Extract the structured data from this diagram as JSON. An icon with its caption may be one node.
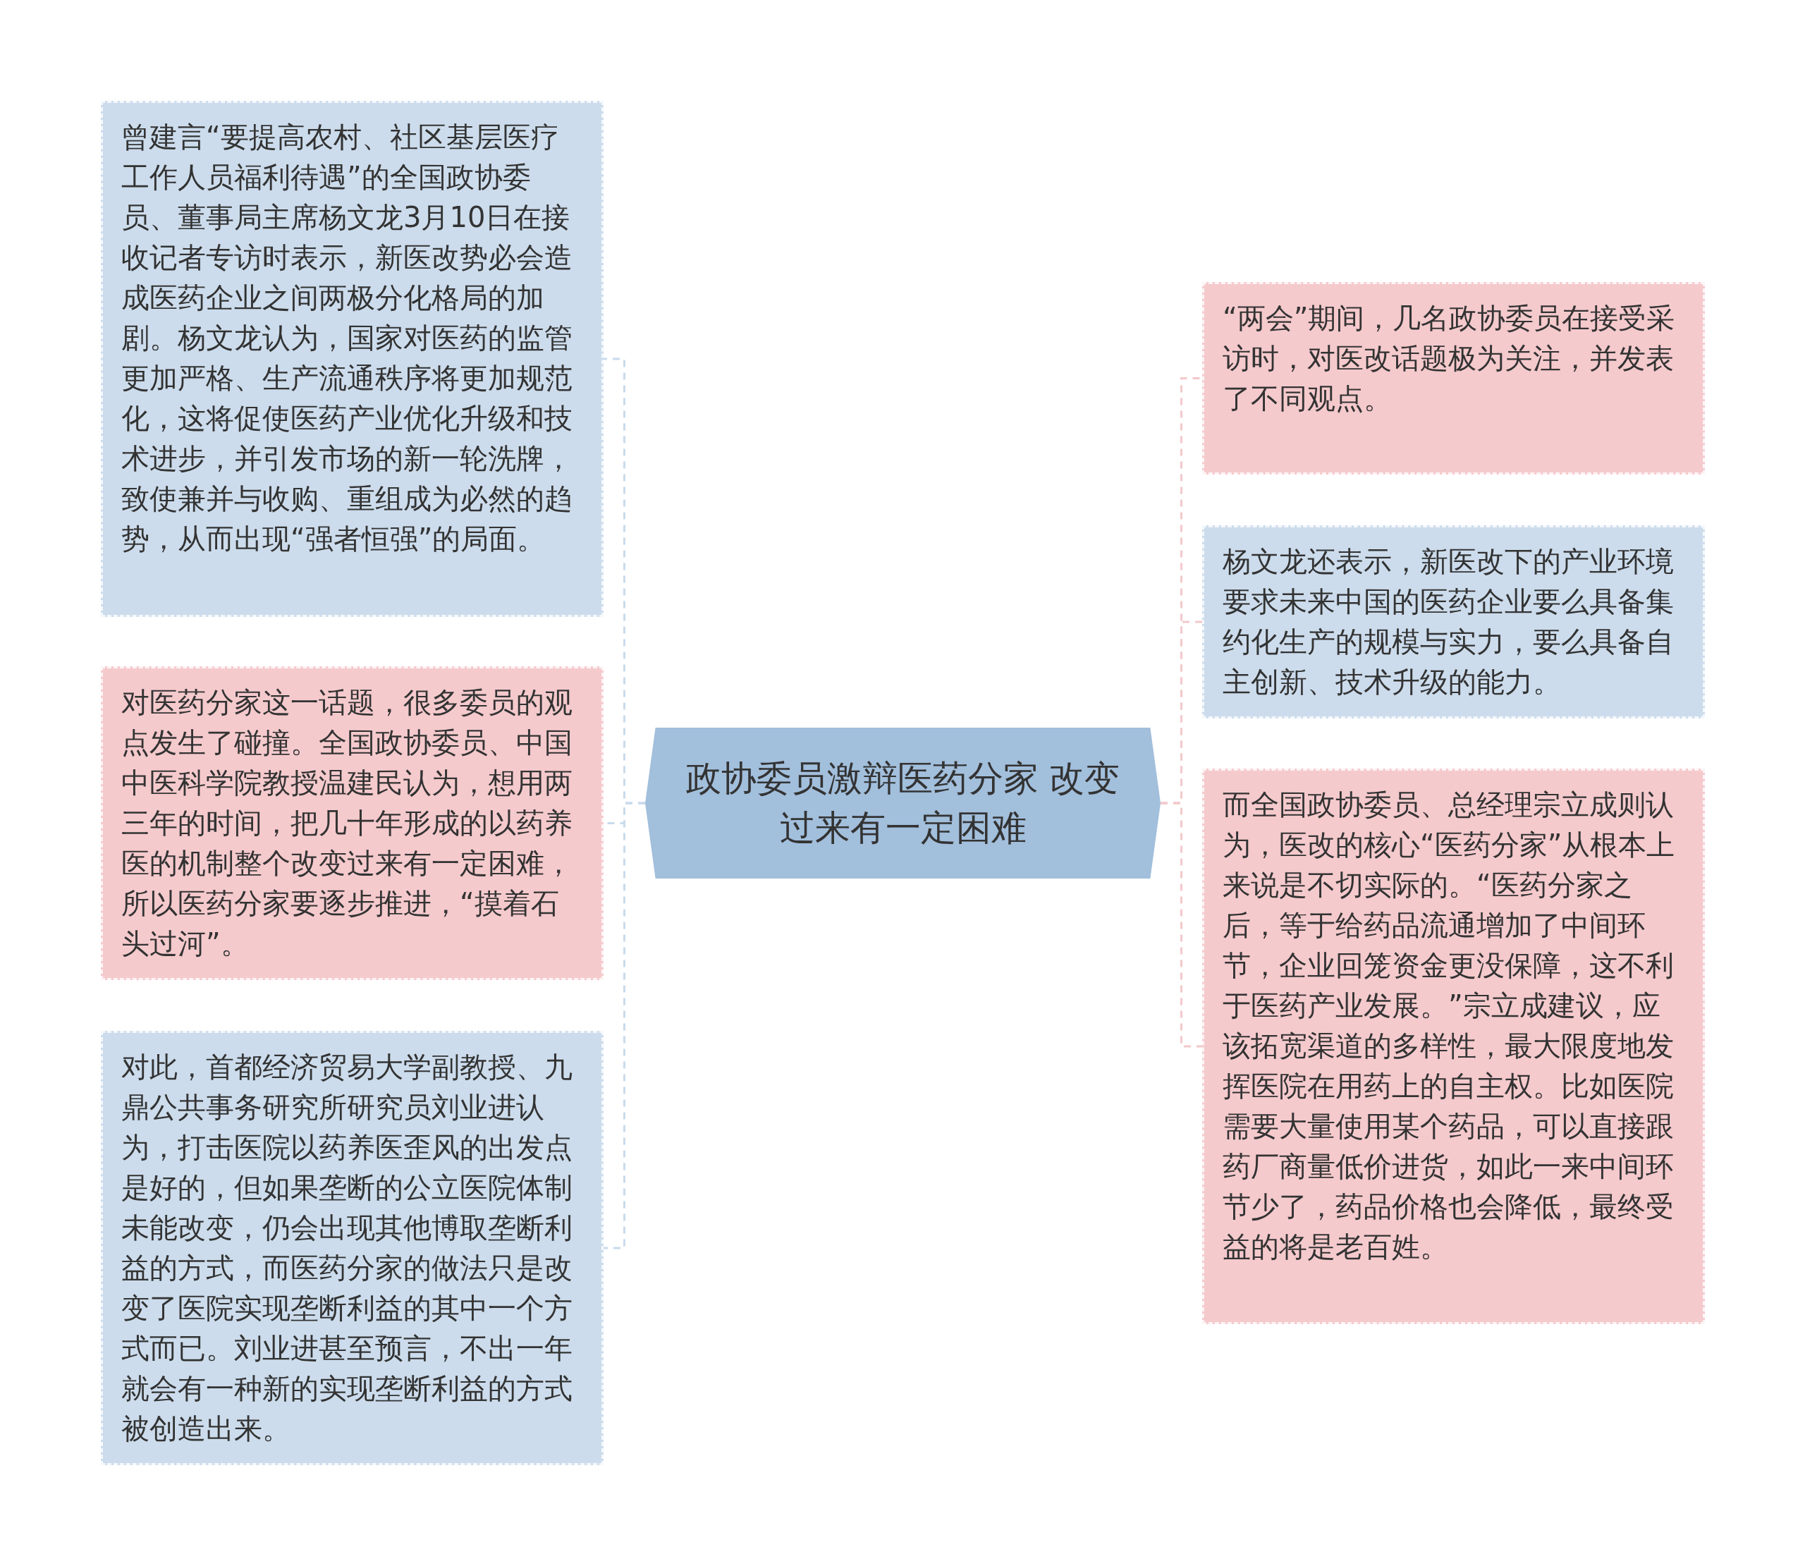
{
  "diagram": {
    "nodes": [
      {
        "text": [
          "政协委员激辩医药分家 改变过来有一定困难"
        ]
      },
      {
        "text": [
          "曾建言“要提高农村、社区基层医疗工作人员福利待遇”的全国政协委员、董事局主席杨文龙3月10日在接收记者专访时表示，新医改势必会造成医药企业之间两极分化格局的加剧。杨文龙认为，国家对医药的监管更加严格、生产流通秩序将更加规范化，这将促使医药产业优化升级和技术进步，并引发市场的新一轮洗牌，致使兼并与收购、重组成为必然的趋势，从而出现“强者恒强”的局面。"
        ]
      },
      {
        "text": [
          "对医药分家这一话题，很多委员的观点发生了碰撞。全国政协委员、中国中医科学院教授温建民认为，想用两三年的时间，把几十年形成的以药养医的机制整个改变过来有一定困难，所以医药分家要逐步推进，“摸着石头过河”。"
        ]
      },
      {
        "text": [
          "对此，首都经济贸易大学副教授、九鼎公共事务研究所研究员刘业进认为，打击医院以药养医歪风的出发点是好的，但如果垄断的公立医院体制未能改变，仍会出现其他博取垄断利益的方式，而医药分家的做法只是改变了医院实现垄断利益的其中一个方式而已。刘业进甚至预言，不出一年就会有一种新的实现垄断利益的方式被创造出来。"
        ]
      },
      {
        "text": [
          "“两会”期间，几名政协委员在接受采访时，对医改话题极为关注，并发表了不同观点。"
        ]
      },
      {
        "text": [
          "杨文龙还表示，新医改下的产业环境要求未来中国的医药企业要么具备集约化生产的规模与实力，要么具备自主创新、技术升级的能力。"
        ]
      },
      {
        "text": [
          "而全国政协委员、总经理宗立成则认为，医改的核心“医药分家”从根本上来说是不切实际的。“医药分家之后，等于给药品流通增加了中间环节，企业回笼资金更没保障，这不利于医药产业发展。”宗立成建议，应该拓宽渠道的多样性，最大限度地发挥医院在用药上的自主权。比如医院需要大量使用某个药品，可以直接跟药厂商量低价进货，如此一来中间环节少了，药品价格也会降低，最终受益的将是老百姓。"
        ]
      }
    ],
    "edges": [
      {
        "from": 0,
        "to": 1,
        "arrow": "none",
        "style": "dashed",
        "color": "#c9dbec"
      },
      {
        "from": 0,
        "to": 2,
        "arrow": "none",
        "style": "dashed",
        "color": "#c9dbec"
      },
      {
        "from": 0,
        "to": 3,
        "arrow": "none",
        "style": "dashed",
        "color": "#c9dbec"
      },
      {
        "from": 0,
        "to": 4,
        "arrow": "none",
        "style": "dashed",
        "color": "#f2c9cc"
      },
      {
        "from": 0,
        "to": 5,
        "arrow": "none",
        "style": "dashed",
        "color": "#f2c9cc"
      },
      {
        "from": 0,
        "to": 6,
        "arrow": "none",
        "style": "dashed",
        "color": "#f2c9cc"
      }
    ]
  }
}
